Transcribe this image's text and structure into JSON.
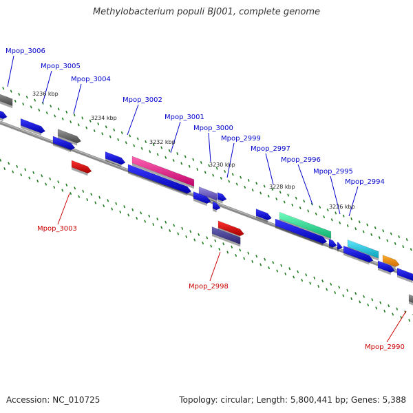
{
  "title": "Methylobacterium populi BJ001, complete genome",
  "accession": "Accession: NC_010725",
  "summary": "Topology: circular; Length: 5,800,441 bp; Genes: 5,388",
  "colors": {
    "label_top": "#0000cc",
    "label_bottom": "#cc0000",
    "backbone": "#8a8a8a",
    "ticks": "#1e7a1e"
  },
  "kbp_marks": [
    "3236 kbp",
    "3234 kbp",
    "3232 kbp",
    "3230 kbp",
    "3228 kbp",
    "3226 kbp"
  ],
  "gene_labels": {
    "top": [
      "Mpop_3006",
      "Mpop_3005",
      "Mpop_3004",
      "Mpop_3002",
      "Mpop_3001",
      "Mpop_3000",
      "Mpop_2999",
      "Mpop_2997",
      "Mpop_2996",
      "Mpop_2995",
      "Mpop_2994"
    ],
    "bottom": [
      "Mpop_3003",
      "Mpop_2998",
      "Mpop_2990"
    ]
  }
}
